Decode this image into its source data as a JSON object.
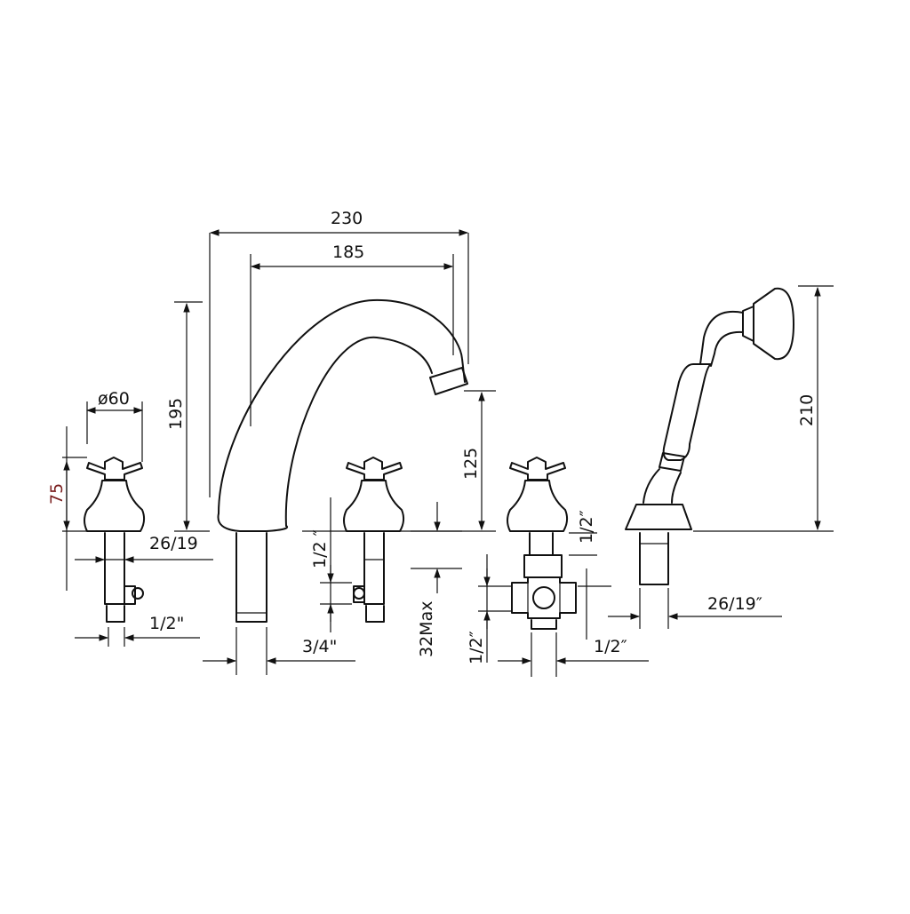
{
  "diagram": {
    "line_color": "#111111",
    "background": "#ffffff",
    "dimensions": {
      "spout_overall_width": "230",
      "spout_reach": "185",
      "spout_height": "195",
      "spout_outlet_height": "125",
      "handle_diameter": "ø60",
      "handle_height": "75",
      "handle_shank_thread": "26/19",
      "valve_inlet_left": "1/2\"",
      "spout_shank_thread": "3/4\"",
      "valve_thread_middle": "1/2 ″",
      "deck_thickness": "32Max",
      "diverter_thread_top": "1/2″",
      "diverter_inlet_side": "1/2″",
      "diverter_outlet": "1/2″",
      "shower_height": "210",
      "shower_shank_thread": "26/19″"
    }
  }
}
